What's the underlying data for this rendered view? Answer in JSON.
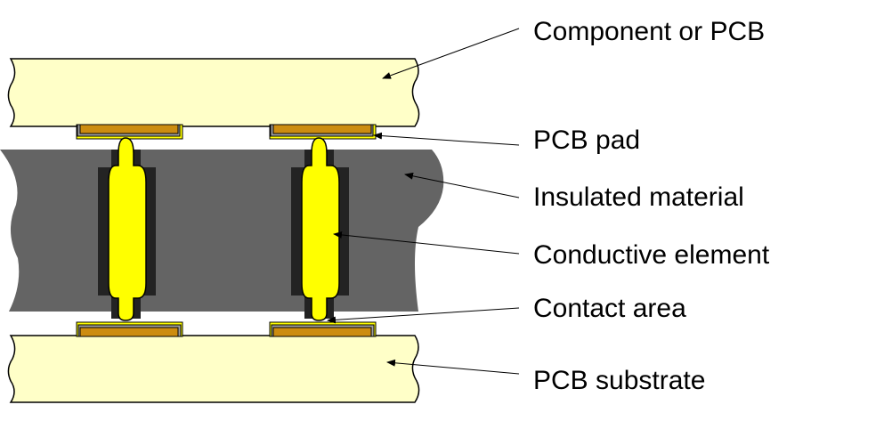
{
  "labels": {
    "component": "Component or PCB",
    "pad": "PCB pad",
    "insulated": "Insulated material",
    "conductive": "Conductive element",
    "contact": "Contact area",
    "substrate": "PCB substrate"
  },
  "colors": {
    "board": "#ffffc8",
    "insulator": "#646464",
    "sleeve": "#232323",
    "conductor": "#ffff00",
    "pad_copper": "#cc8c10",
    "pad_frame": "#a0a0a0"
  }
}
